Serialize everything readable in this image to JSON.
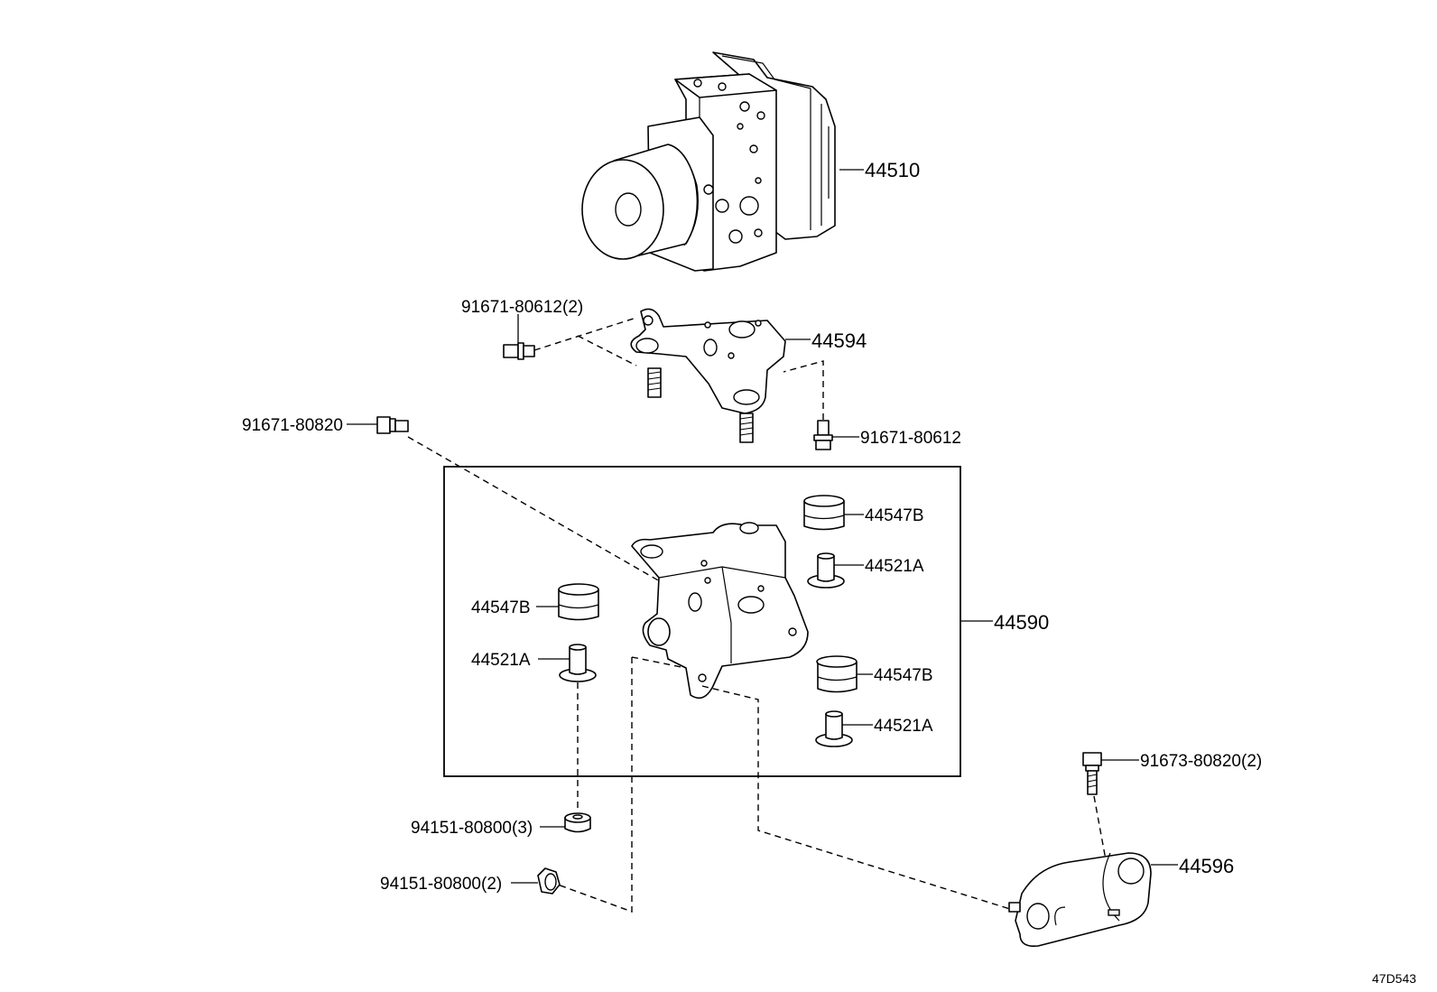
{
  "labels": {
    "actuator": "44510",
    "upper_bracket": "44594",
    "upper_bracket_bolt": "91671-80612(2)",
    "lower_stud_bolt": "91671-80612",
    "bolt_left": "91671-80820",
    "assembly": "44590",
    "cushion_top": "44547B",
    "collar_top": "44521A",
    "cushion_left": "44547B",
    "collar_left": "44521A",
    "cushion_bottom": "44547B",
    "collar_bottom": "44521A",
    "nut_3": "94151-80800(3)",
    "nut_2": "94151-80800(2)",
    "bracket_bolt": "91673-80820(2)",
    "lower_bracket": "44596"
  },
  "diagram_code": "47D543"
}
